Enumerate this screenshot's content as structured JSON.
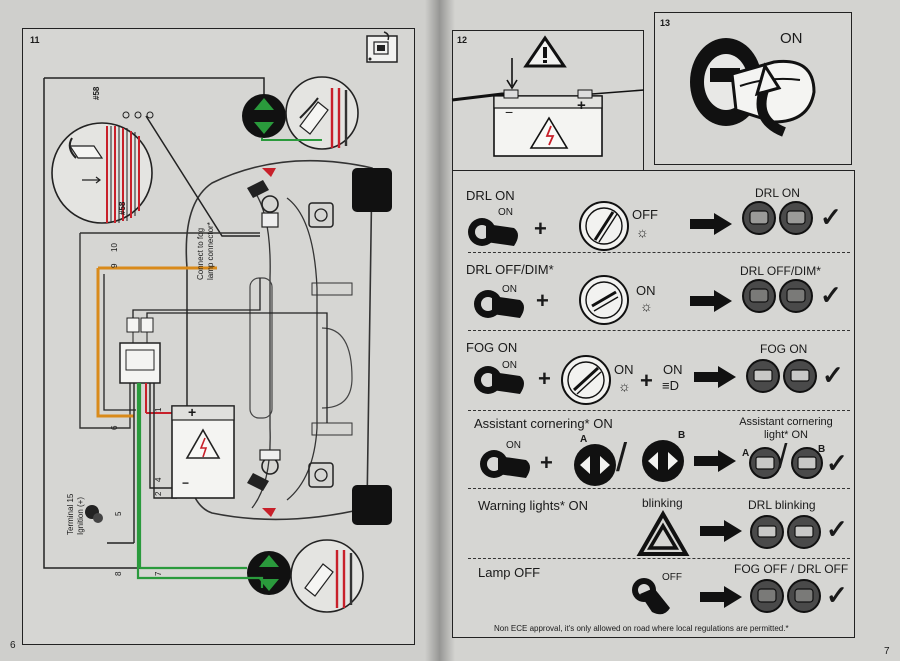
{
  "pages": {
    "left_number": "6",
    "right_number": "7"
  },
  "panel11": {
    "number": "11",
    "labels": {
      "fuse_top": "#58",
      "fuse_side": "#58",
      "wire_9": "9",
      "wire_10": "10",
      "fog_note": "Connect to fog lamp connector*",
      "wire_6": "6",
      "wire_1": "1",
      "wire_4": "4",
      "wire_2": "2",
      "wire_5": "5",
      "wire_8": "8",
      "wire_7": "7",
      "terminal": "Terminal 15 Ignition (+)",
      "battery_plus": "+",
      "battery_minus": "−"
    }
  },
  "panel12": {
    "number": "12",
    "minus": "−",
    "plus": "+"
  },
  "panel13": {
    "number": "13",
    "state": "ON"
  },
  "modes": [
    {
      "title": "DRL ON",
      "key_state": "ON",
      "switch_state": "OFF",
      "result": "DRL ON"
    },
    {
      "title": "DRL OFF/DIM*",
      "key_state": "ON",
      "switch_state": "ON",
      "result": "DRL OFF/DIM*"
    },
    {
      "title": "FOG ON",
      "key_state": "ON",
      "switch_state": "ON",
      "fog_state": "ON",
      "result": "FOG ON"
    },
    {
      "title": "Assistant cornering* ON",
      "key_state": "ON",
      "label_a": "A",
      "label_b": "B",
      "result": "Assistant cornering light* ON",
      "result_a": "A",
      "result_b": "B"
    },
    {
      "title": "Warning lights* ON",
      "extra": "blinking",
      "result": "DRL blinking"
    },
    {
      "title": "Lamp OFF",
      "key_state": "OFF",
      "result": "FOG OFF / DRL OFF"
    }
  ],
  "symbols": {
    "plus": "+",
    "slash": "/",
    "check": "✓"
  },
  "footnote": "Non ECE approval, it's only allowed on road where local regulations are permitted.*"
}
